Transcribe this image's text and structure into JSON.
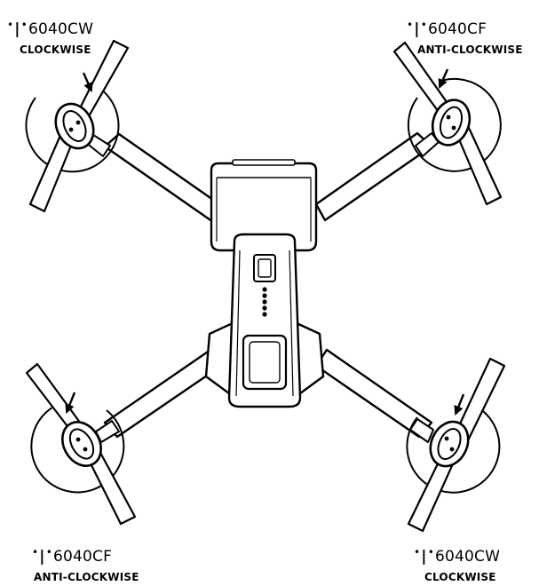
{
  "labels": {
    "top_left": {
      "model": "6040CW",
      "direction": "CLOCKWISE"
    },
    "top_right": {
      "model": "6040CF",
      "direction": "ANTI-CLOCKWISE"
    },
    "bottom_left": {
      "model": "6040CF",
      "direction": "ANTI-CLOCKWISE"
    },
    "bottom_right": {
      "model": "6040CW",
      "direction": "CLOCKWISE"
    }
  },
  "status_led_count": 5,
  "colors": {
    "ink": "#000000",
    "paper": "#ffffff"
  }
}
